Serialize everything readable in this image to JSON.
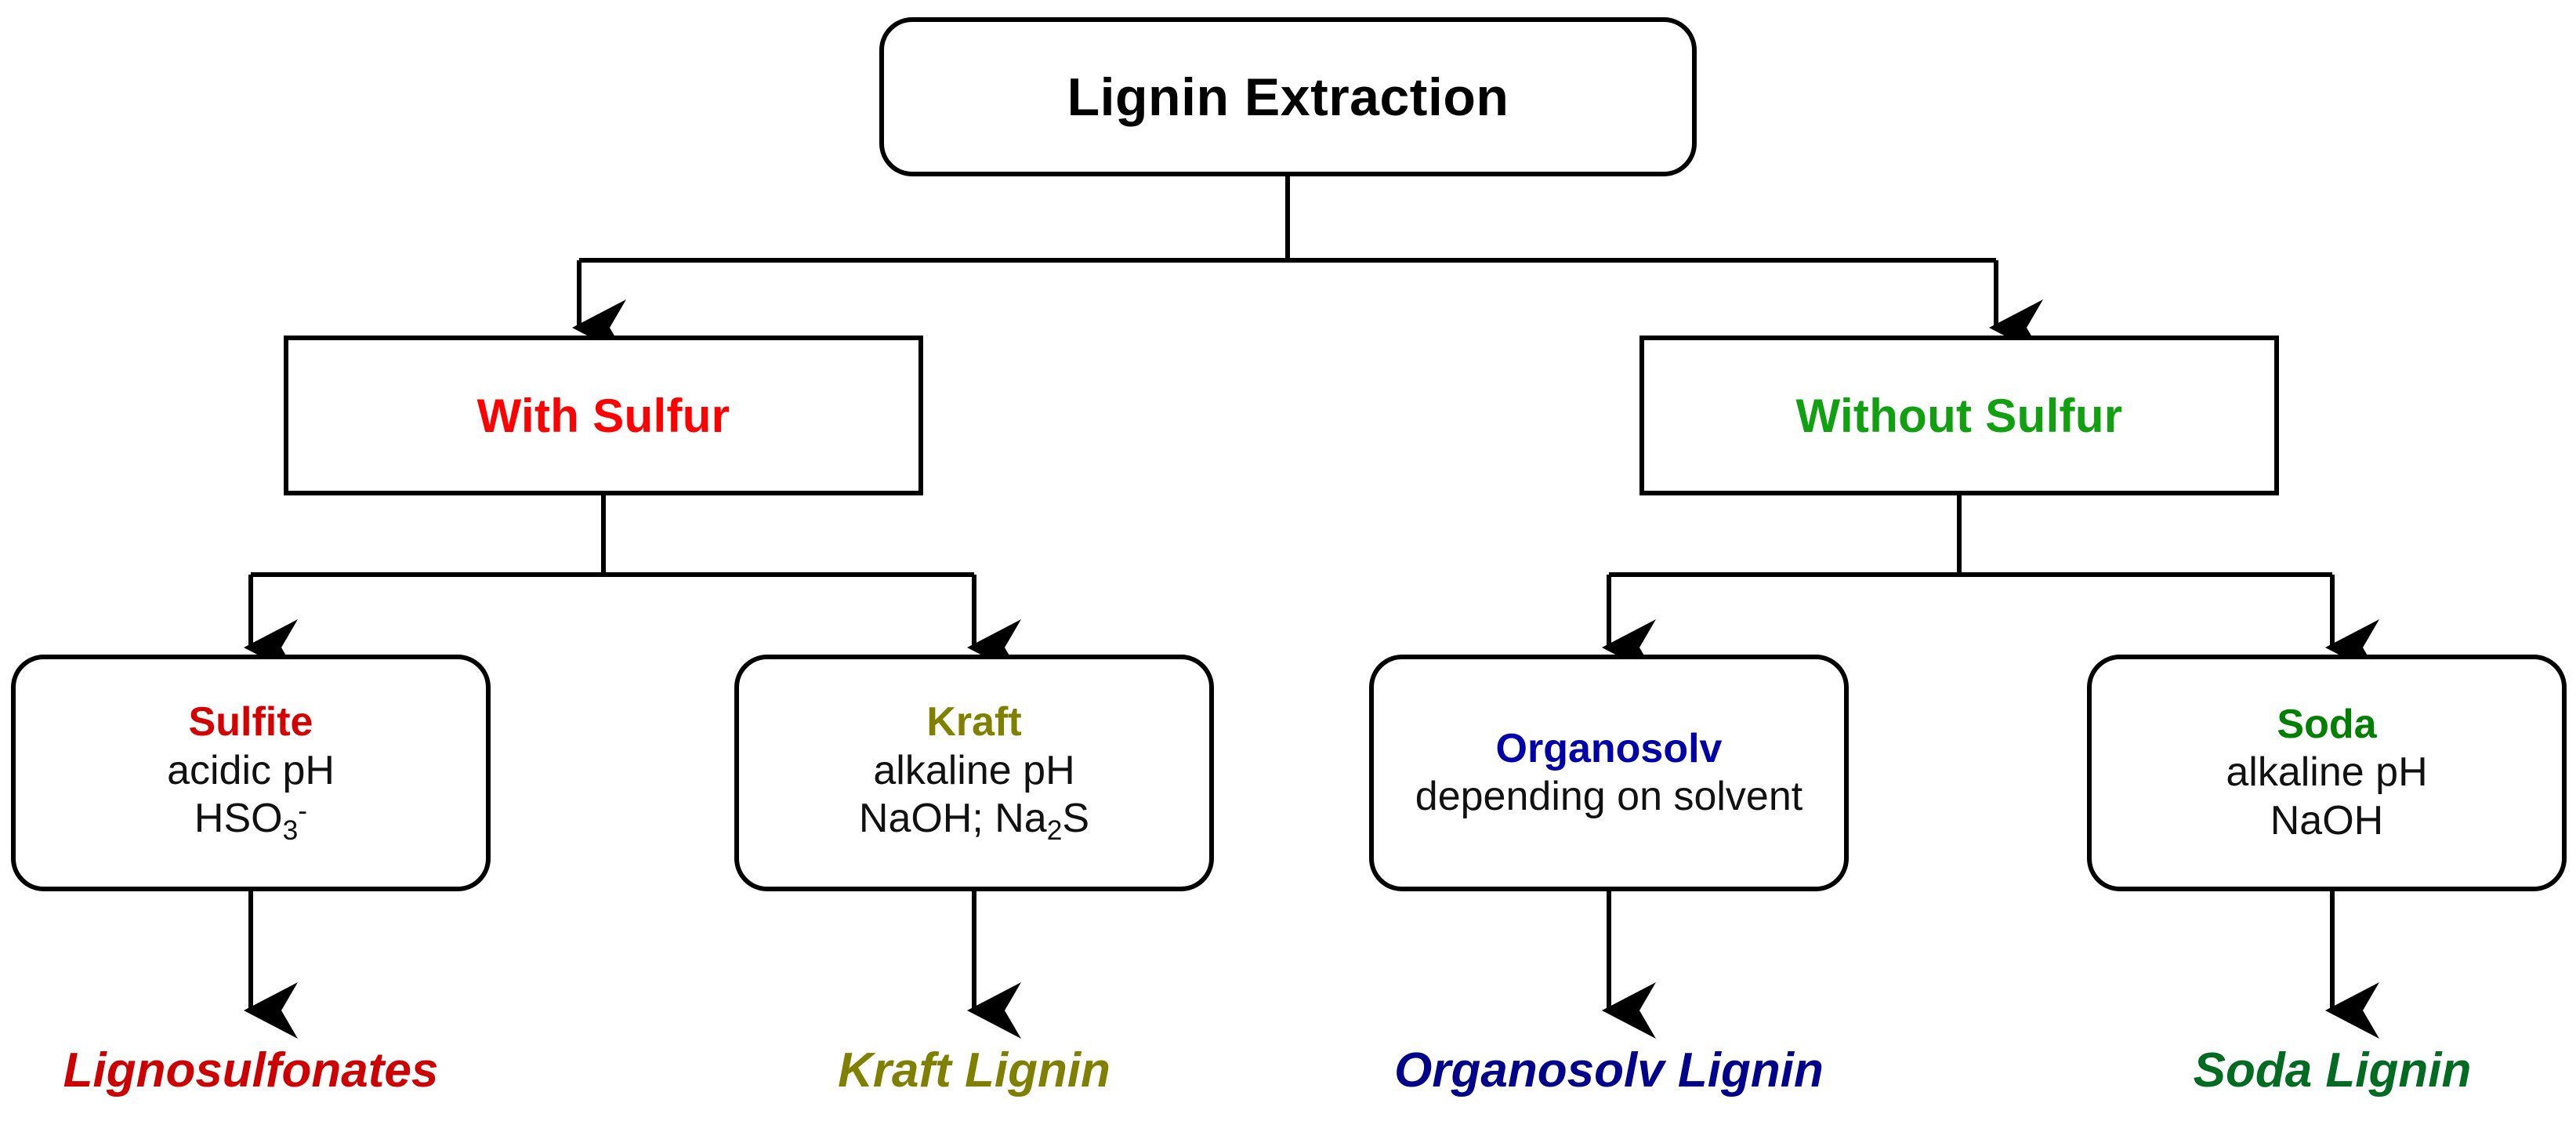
{
  "diagram": {
    "title": "Lignin Extraction",
    "type": "flowchart-tree",
    "background_color": "#FFFFFF",
    "line_color": "#000000"
  },
  "root": {
    "label": "Lignin Extraction",
    "color": "#000000"
  },
  "branches": [
    {
      "label": "With Sulfur",
      "color": "#FF0000"
    },
    {
      "label": "Without Sulfur",
      "color": "#10A010"
    }
  ],
  "processes": [
    {
      "name": "Sulfite",
      "name_color": "#D40000",
      "line1": "acidic pH",
      "line2_html": "HSO<sub>3</sub><sup>-</sup>",
      "line2_text": "HSO3-"
    },
    {
      "name": "Kraft",
      "name_color": "#808000",
      "line1": "alkaline pH",
      "line2_html": "NaOH; Na<sub>2</sub>S",
      "line2_text": "NaOH; Na2S"
    },
    {
      "name": "Organosolv",
      "name_color": "#0000A8",
      "line1": "depending on solvent",
      "line2_html": "",
      "line2_text": ""
    },
    {
      "name": "Soda",
      "name_color": "#008000",
      "line1": "alkaline pH",
      "line2_html": "NaOH",
      "line2_text": "NaOH"
    }
  ],
  "products": [
    {
      "label": "Lignosulfonates",
      "color": "#CC0000"
    },
    {
      "label": "Kraft Lignin",
      "color": "#808000"
    },
    {
      "label": "Organosolv Lignin",
      "color": "#00008B"
    },
    {
      "label": "Soda Lignin",
      "color": "#006B21"
    }
  ]
}
